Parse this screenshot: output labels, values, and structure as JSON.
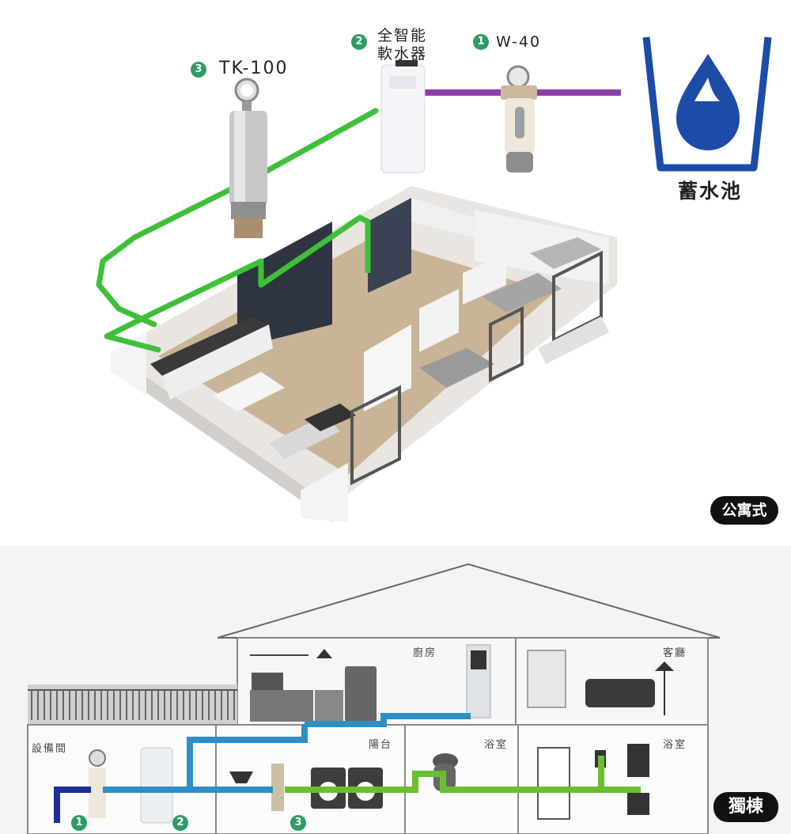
{
  "apartment": {
    "w40": {
      "badge": "1",
      "label": "W-40"
    },
    "softener": {
      "badge": "2",
      "label_line1": "全智能",
      "label_line2": "軟水器"
    },
    "tk100": {
      "badge": "3",
      "label": "TK-100"
    },
    "reservoir": {
      "label": "蓄水池",
      "icon": "water-drop-tank-icon"
    },
    "type_label": "公寓式"
  },
  "house": {
    "rooms": {
      "kitchen": "廚房",
      "living": "客廳",
      "equipment": "設備間",
      "balcony": "陽台",
      "bath1": "浴室",
      "bath2": "浴室"
    },
    "badges": [
      "1",
      "2",
      "3"
    ],
    "type_label": "獨棟"
  },
  "colors": {
    "green_pipe": "#3fbf3a",
    "purple_pipe": "#8a3ea8",
    "blue_pipe": "#2d8fc4",
    "navy_pipe": "#1a2f9a",
    "badge": "#2f9b67",
    "reservoir": "#1d4ba8"
  }
}
